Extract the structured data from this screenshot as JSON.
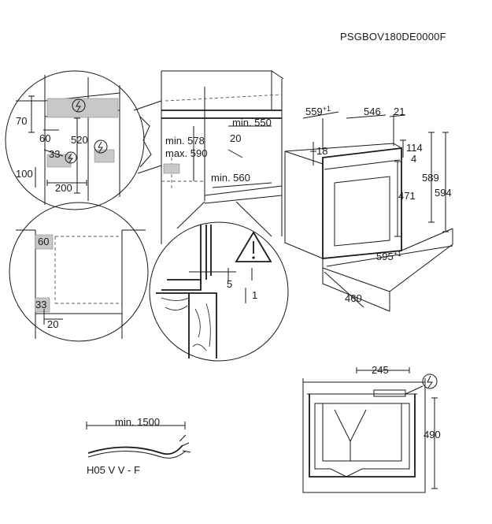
{
  "product_code": "PSGBOV180DE0000F",
  "niche_view": {
    "min_578": "min. 578",
    "max_590": "max. 590",
    "min_550": "min. 550",
    "min_560": "min. 560",
    "depth_20": "20"
  },
  "oven_dims": {
    "w_559": "559",
    "w_559_sup": "+1",
    "w_546": "546",
    "w_21": "21",
    "h_114": "114",
    "h_4": "4",
    "h_18": "18",
    "h_471": "471",
    "h_589": "589",
    "h_594": "594",
    "w_595": "595",
    "w_595_sup": "+1",
    "d_460": "460"
  },
  "detail_top_left": {
    "d70": "70",
    "d60": "60",
    "d520": "520",
    "d33": "33",
    "d100": "100",
    "d200": "200"
  },
  "detail_bottom_left": {
    "d60": "60",
    "d33": "33",
    "d20": "20"
  },
  "detail_bottom_mid": {
    "d5": "5",
    "d1": "1"
  },
  "cable": {
    "length": "min. 1500",
    "type": "H05 V V - F"
  },
  "back_view": {
    "w245": "245",
    "h490": "490"
  },
  "icons": [
    "electrical-hazard-icon",
    "warning-triangle-icon"
  ]
}
